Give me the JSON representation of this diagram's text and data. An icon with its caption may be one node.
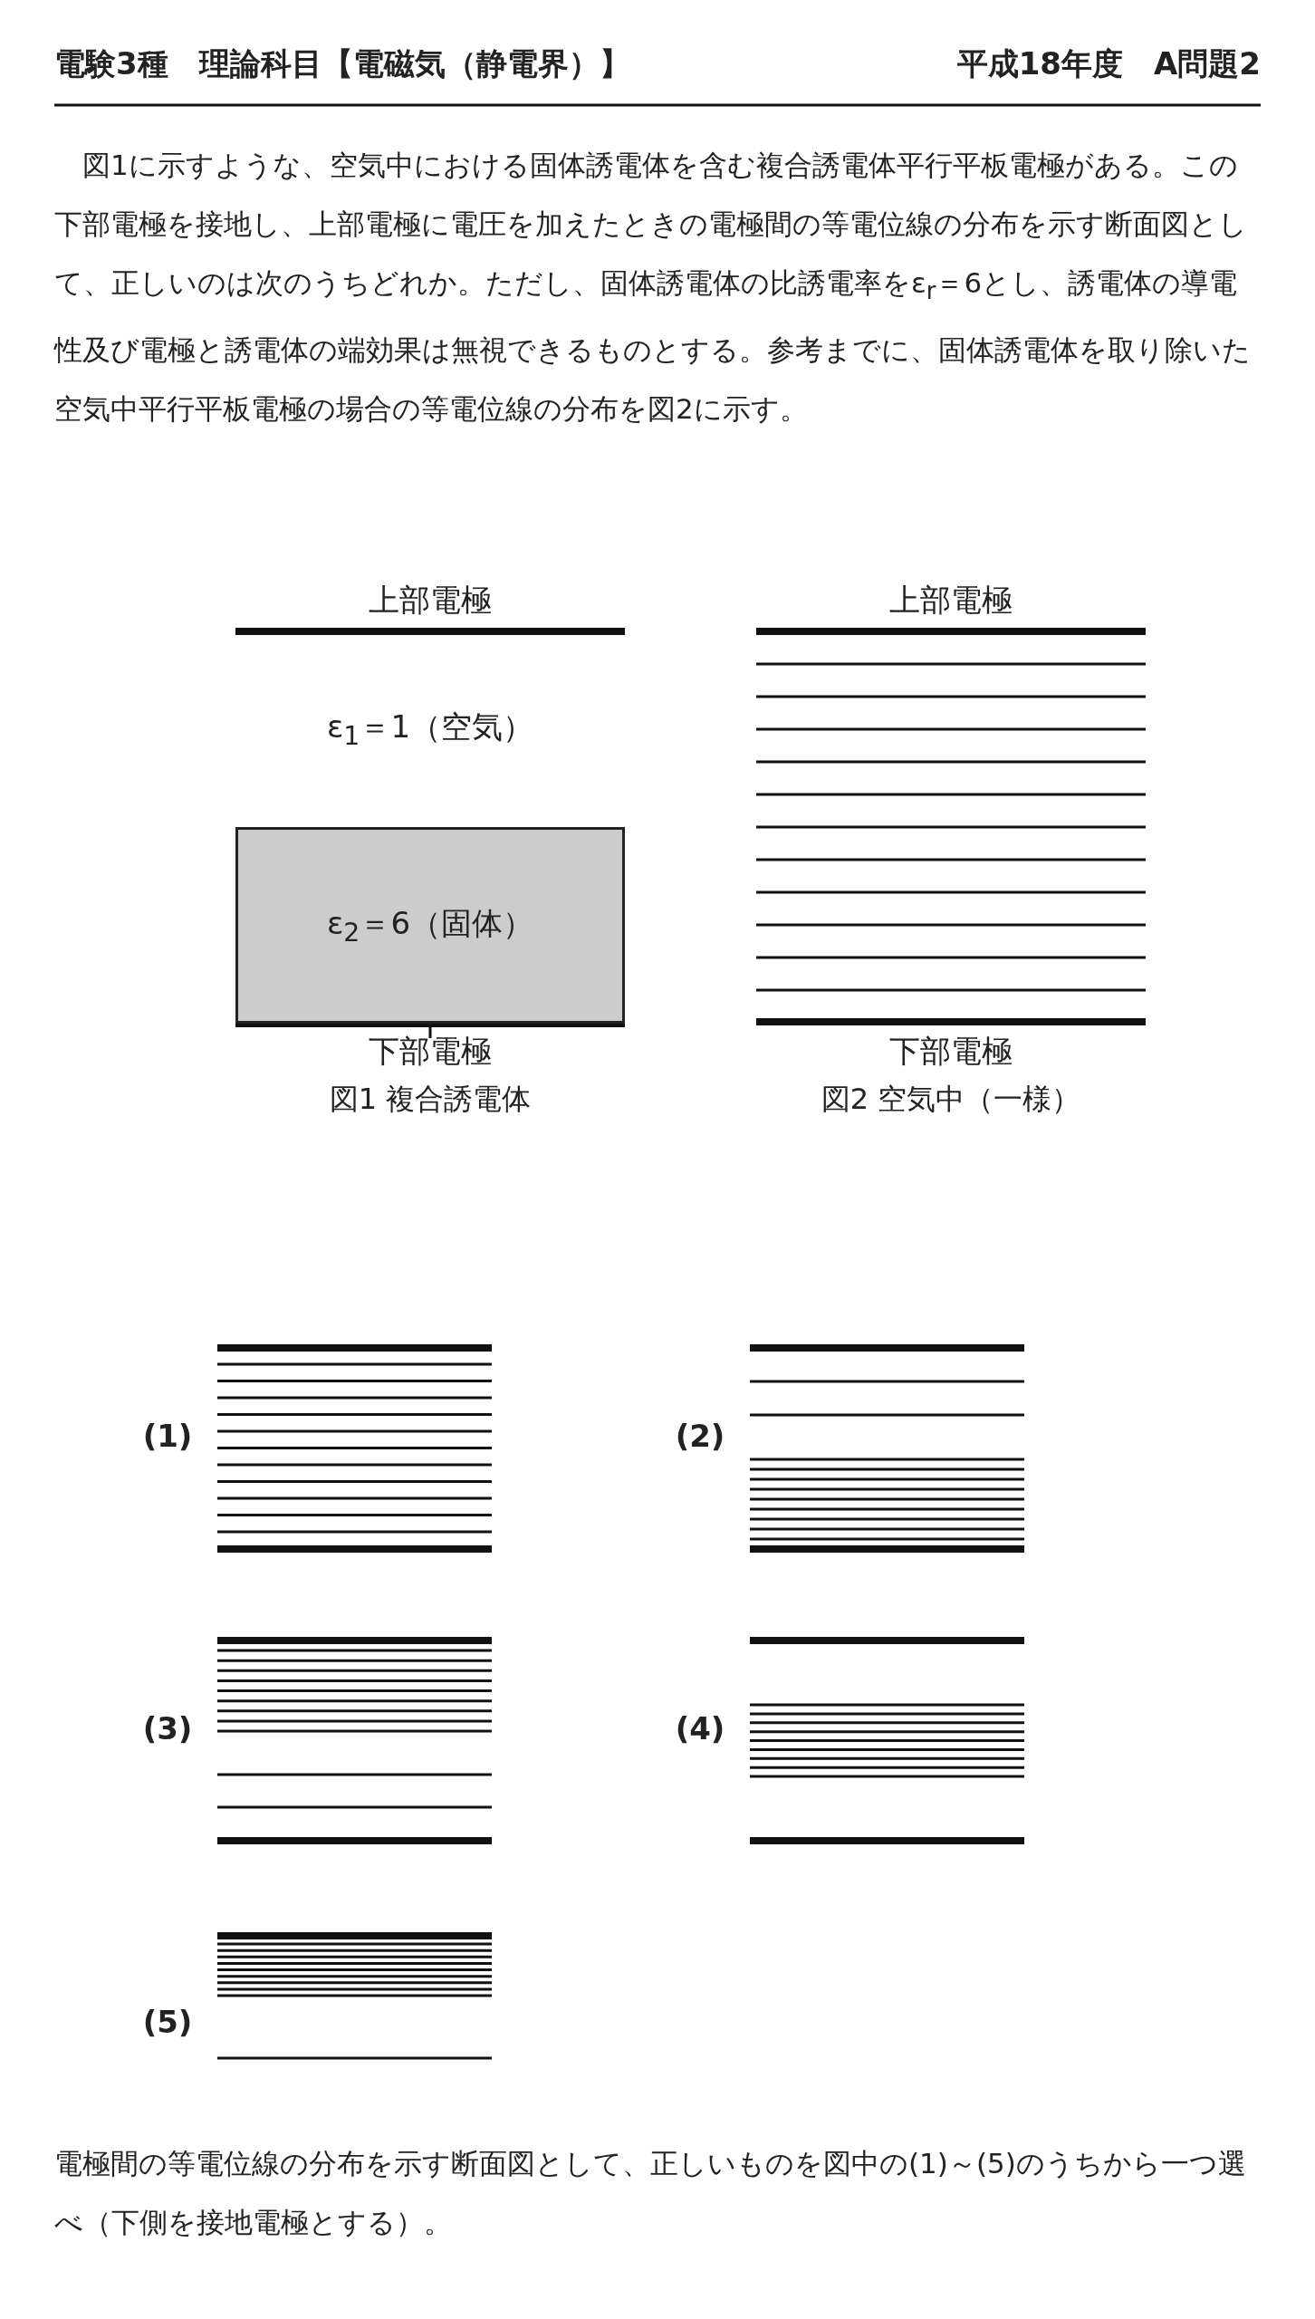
{
  "diagram": {
    "nodes": [
      {
        "text": [
          "ε$_{2}$＝6（固体）"
        ]
      }
    ],
    "edges": [],
    "labels": [
      "電験3種　理論科目【電磁気（静電界）】",
      "平成18年度　A問題2",
      "図1に示すような、空気中における固体誘電体を含む複合誘電体平行平板電極がある。この下部電極を接地し、上部電極に電圧を加えたときの電極間の等電位線の分布を示す断面図として、正しいのは次のうちどれか。ただし、固体誘電体の比誘電率をε$_{r}$＝6とし、誘電体の導電性及び電極と誘電体の端効果は無視できるものとする。参考までに、固体誘電体を取り除いた空気中平行平板電極の場合の等電位線の分布を図2に示す。",
      "上部電極",
      "上部電極",
      "ε$_{1}$＝1（空気）",
      "下部電極",
      "下部電極",
      "図1 複合誘電体",
      "図2 空気中（一様）",
      "(1)",
      "(2)",
      "(3)",
      "(4)",
      "(5)",
      "電極間の等電位線の分布を示す断面図として、正しいものを図中の(1)～(5)のうちから一つ選べ（下側を接地電極とする）。"
    ]
  }
}
